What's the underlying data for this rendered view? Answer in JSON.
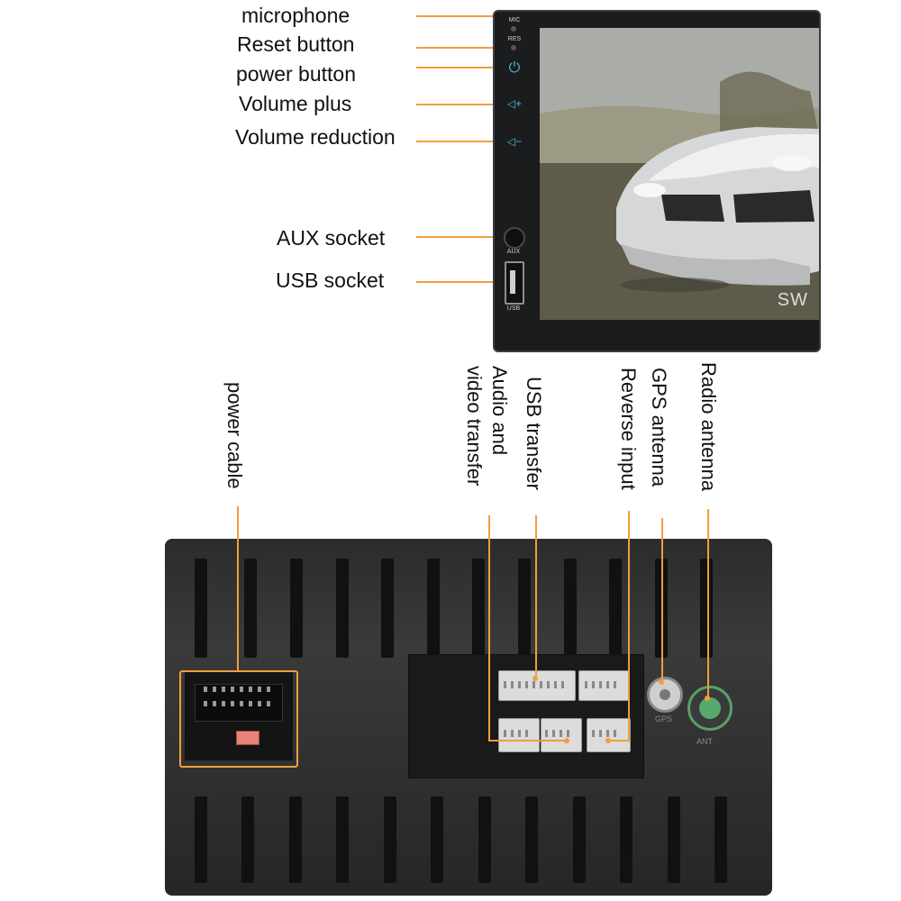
{
  "front_labels": {
    "microphone": "microphone",
    "reset": "Reset button",
    "power": "power button",
    "volume_plus": "Volume plus",
    "volume_reduction": "Volume reduction",
    "aux": "AUX socket",
    "usb": "USB socket"
  },
  "front_panel": {
    "mic": "MIC",
    "res": "RES",
    "aux": "AUX",
    "usb": "USB",
    "power_icon": "⏻",
    "vol_plus_icon": "◁+",
    "vol_minus_icon": "◁−",
    "screen_brand": "SW"
  },
  "rear_labels": {
    "power_cable": "power cable",
    "audio_video": "Audio and\nvideo transfer",
    "usb_transfer": "USB transfer",
    "reverse_input": "Reverse input",
    "gps_antenna": "GPS antenna",
    "radio_antenna": "Radio antenna"
  },
  "rear_panel": {
    "gps_mark": "GPS",
    "ant_mark": "ANT"
  },
  "colors": {
    "callout": "#f39c3e",
    "icon": "#4fb6d6"
  }
}
